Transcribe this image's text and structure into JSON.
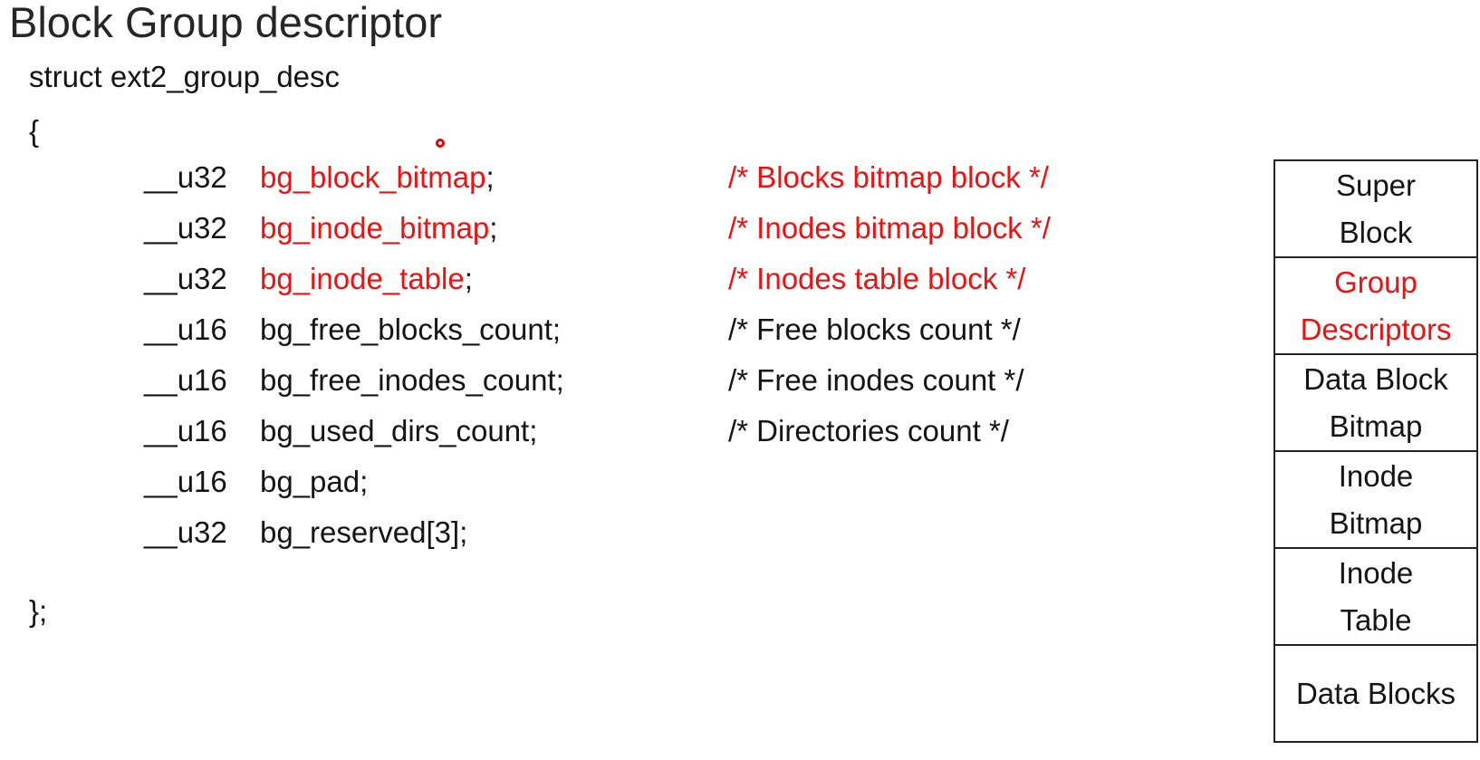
{
  "title": "Block Group descriptor",
  "struct": {
    "declaration": "struct ext2_group_desc",
    "open_brace": "{",
    "close_brace": "};",
    "fields": [
      {
        "type": "__u32",
        "name": "bg_block_bitmap",
        "semicolon": ";",
        "comment": "/* Blocks bitmap block */",
        "highlighted": true
      },
      {
        "type": "__u32",
        "name": "bg_inode_bitmap",
        "semicolon": ";",
        "comment": "/* Inodes bitmap block */",
        "highlighted": true
      },
      {
        "type": "__u32",
        "name": "bg_inode_table",
        "semicolon": ";",
        "comment": "/* Inodes table block */",
        "highlighted": true
      },
      {
        "type": "__u16",
        "name": "bg_free_blocks_count",
        "semicolon": ";",
        "comment": "/* Free blocks count */",
        "highlighted": false
      },
      {
        "type": "__u16",
        "name": "bg_free_inodes_count",
        "semicolon": ";",
        "comment": "/* Free inodes count */",
        "highlighted": false
      },
      {
        "type": "__u16",
        "name": "bg_used_dirs_count",
        "semicolon": ";",
        "comment": "/* Directories count */",
        "highlighted": false
      },
      {
        "type": "__u16",
        "name": "bg_pad",
        "semicolon": ";",
        "comment": "",
        "highlighted": false
      },
      {
        "type": "__u32",
        "name": "bg_reserved[3]",
        "semicolon": ";",
        "comment": "",
        "highlighted": false
      }
    ]
  },
  "layout_blocks": [
    {
      "label": "Super\nBlock",
      "highlighted": false
    },
    {
      "label": "Group\nDescriptors",
      "highlighted": true
    },
    {
      "label": "Data Block\nBitmap",
      "highlighted": false
    },
    {
      "label": "Inode\nBitmap",
      "highlighted": false
    },
    {
      "label": "Inode\nTable",
      "highlighted": false
    },
    {
      "label": "Data Blocks",
      "highlighted": false
    }
  ],
  "colors": {
    "highlight": "#ee1111",
    "text": "#141414"
  }
}
